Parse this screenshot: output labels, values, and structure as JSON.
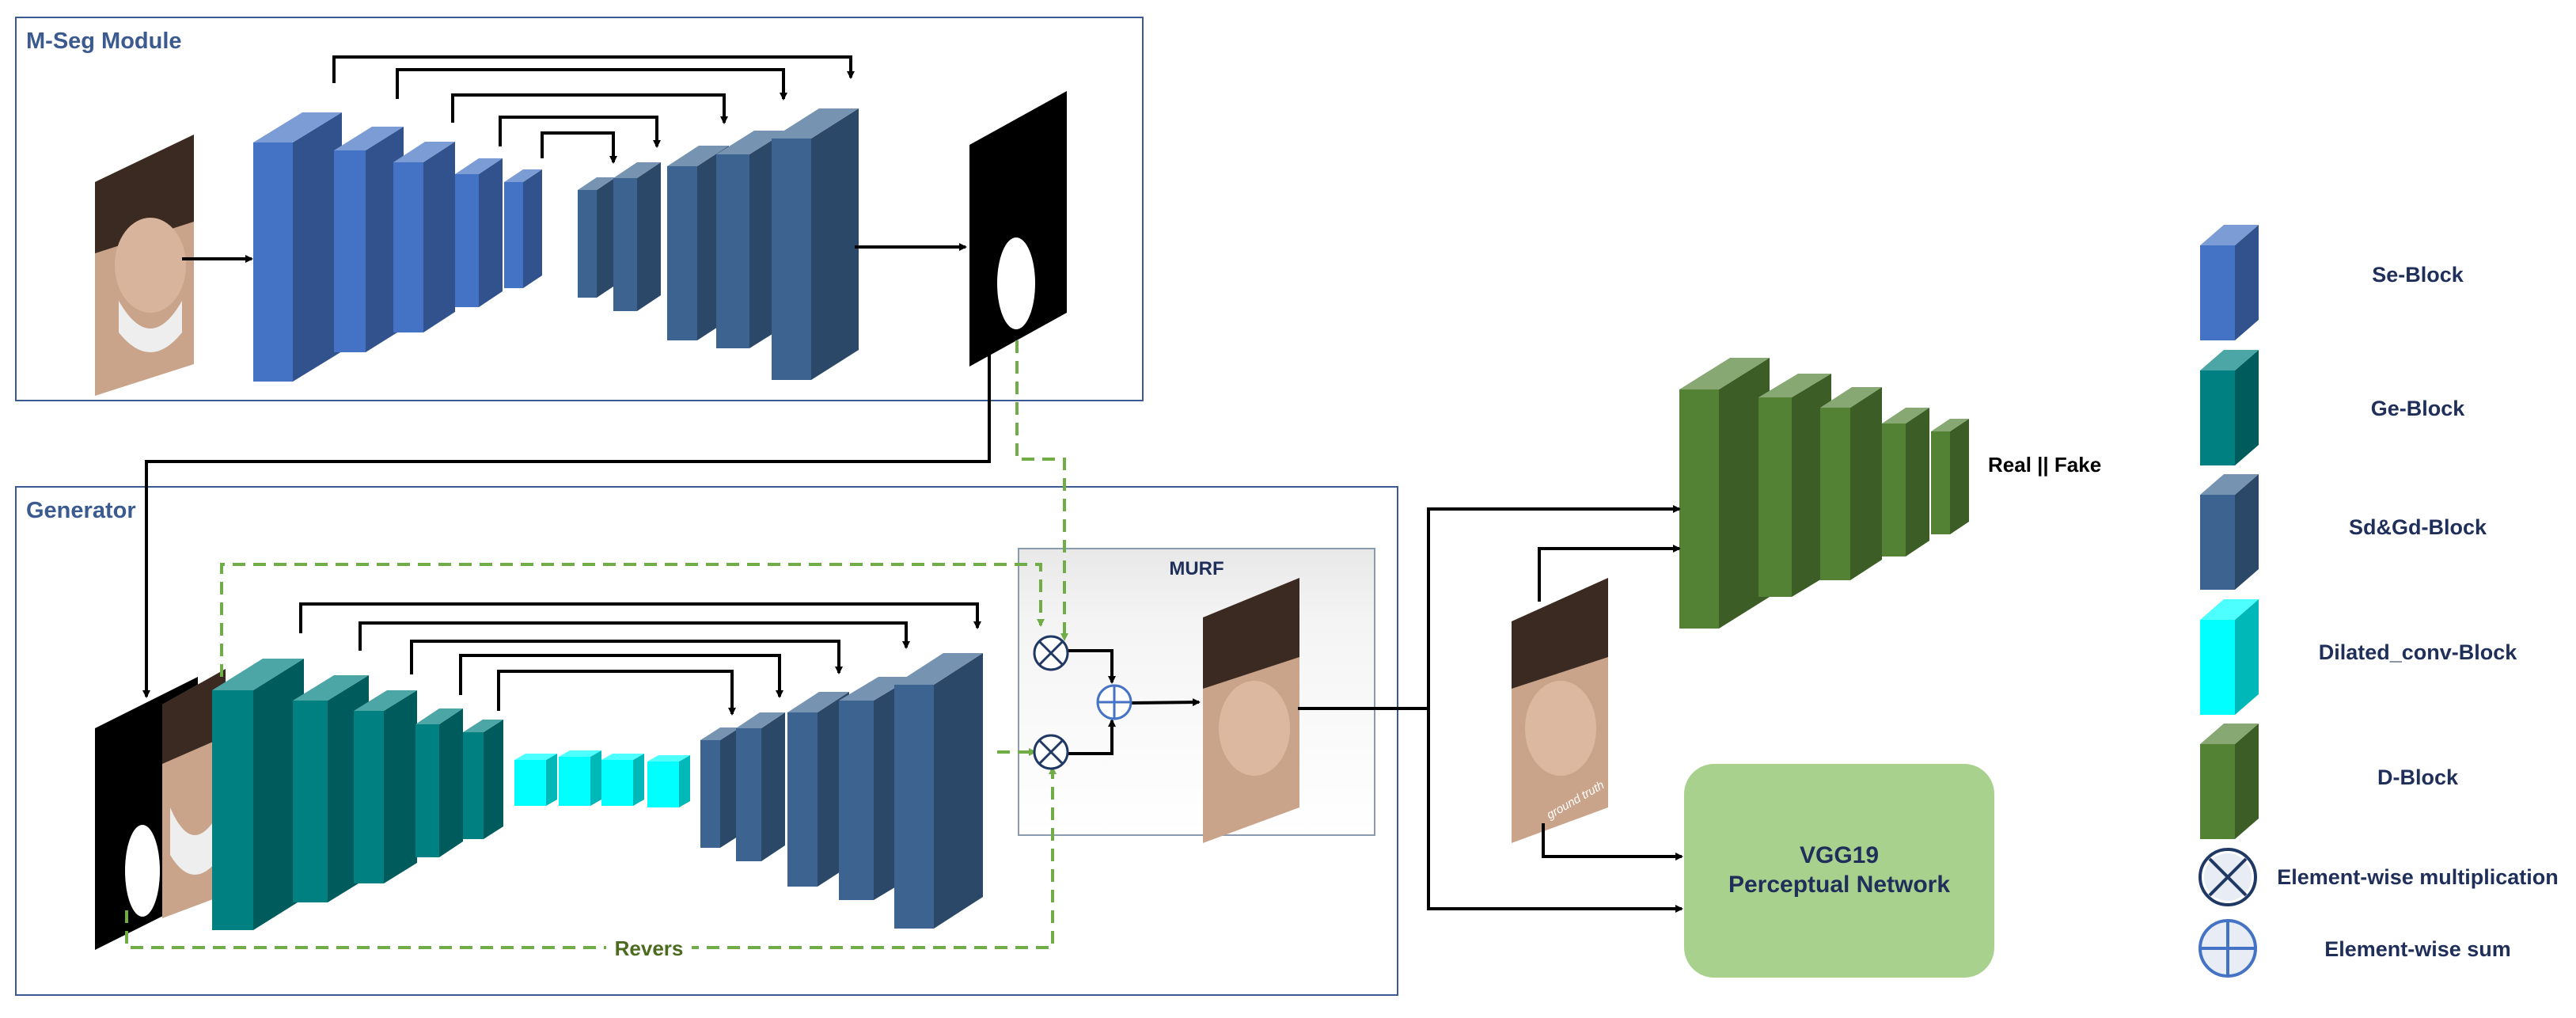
{
  "modules": {
    "mseg_title": "M-Seg Module",
    "generator_title": "Generator",
    "murf_title": "MURF",
    "revers_label": "Revers"
  },
  "discriminator": {
    "output_label": "Real || Fake",
    "ground_truth_caption": "ground truth"
  },
  "vgg": {
    "line1": "VGG19",
    "line2": "Perceptual Network"
  },
  "legend": [
    {
      "label": "Se-Block",
      "color": "#4472c4"
    },
    {
      "label": "Ge-Block",
      "color": "#008080"
    },
    {
      "label": "Sd&Gd-Block",
      "color": "#3d6491"
    },
    {
      "label": "Dilated_conv-Block",
      "color": "#00ffff"
    },
    {
      "label": "D-Block",
      "color": "#548235"
    },
    {
      "label": "Element-wise multiplication",
      "icon": "multiply-icon"
    },
    {
      "label": "Element-wise sum",
      "icon": "sum-icon"
    }
  ],
  "colors": {
    "se": "#4472c4",
    "ge": "#008080",
    "sdgd": "#3d6491",
    "dilated": "#00ffff",
    "d": "#548235",
    "skip_dashed": "#70ad47",
    "vgg_box": "#a9d18e"
  }
}
